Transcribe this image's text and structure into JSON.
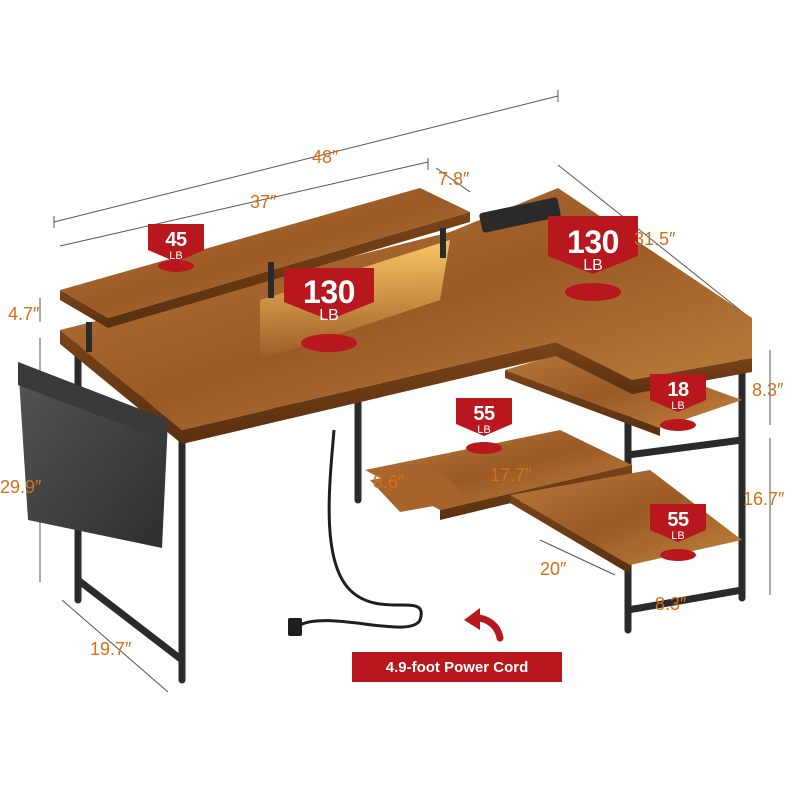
{
  "dimensions": {
    "overall_width": "48″",
    "main_width": "37″",
    "riser_depth": "7.8″",
    "return_depth": "31.5″",
    "riser_height": "4.7″",
    "desk_height": "29.9″",
    "desk_depth": "19.7″",
    "upper_shelf_gap": "8.3″",
    "lower_shelf_gap": "16.7″",
    "corner_shelf_depth": "8.6″",
    "corner_shelf_width": "17.7″",
    "bottom_shelf_length": "20″",
    "bottom_shelf_depth": "8.3″"
  },
  "load_badges": [
    {
      "value": "45",
      "unit": "LB"
    },
    {
      "value": "130",
      "unit": "LB"
    },
    {
      "value": "130",
      "unit": "LB"
    },
    {
      "value": "18",
      "unit": "LB"
    },
    {
      "value": "55",
      "unit": "LB"
    },
    {
      "value": "55",
      "unit": "LB"
    }
  ],
  "power_cord_label": "4.9-foot Power Cord",
  "colors": {
    "dimension_text": "#d56f1a",
    "badge_red": "#b7171d",
    "wood": "#a8632a",
    "metal_frame": "#2a2a2a"
  }
}
